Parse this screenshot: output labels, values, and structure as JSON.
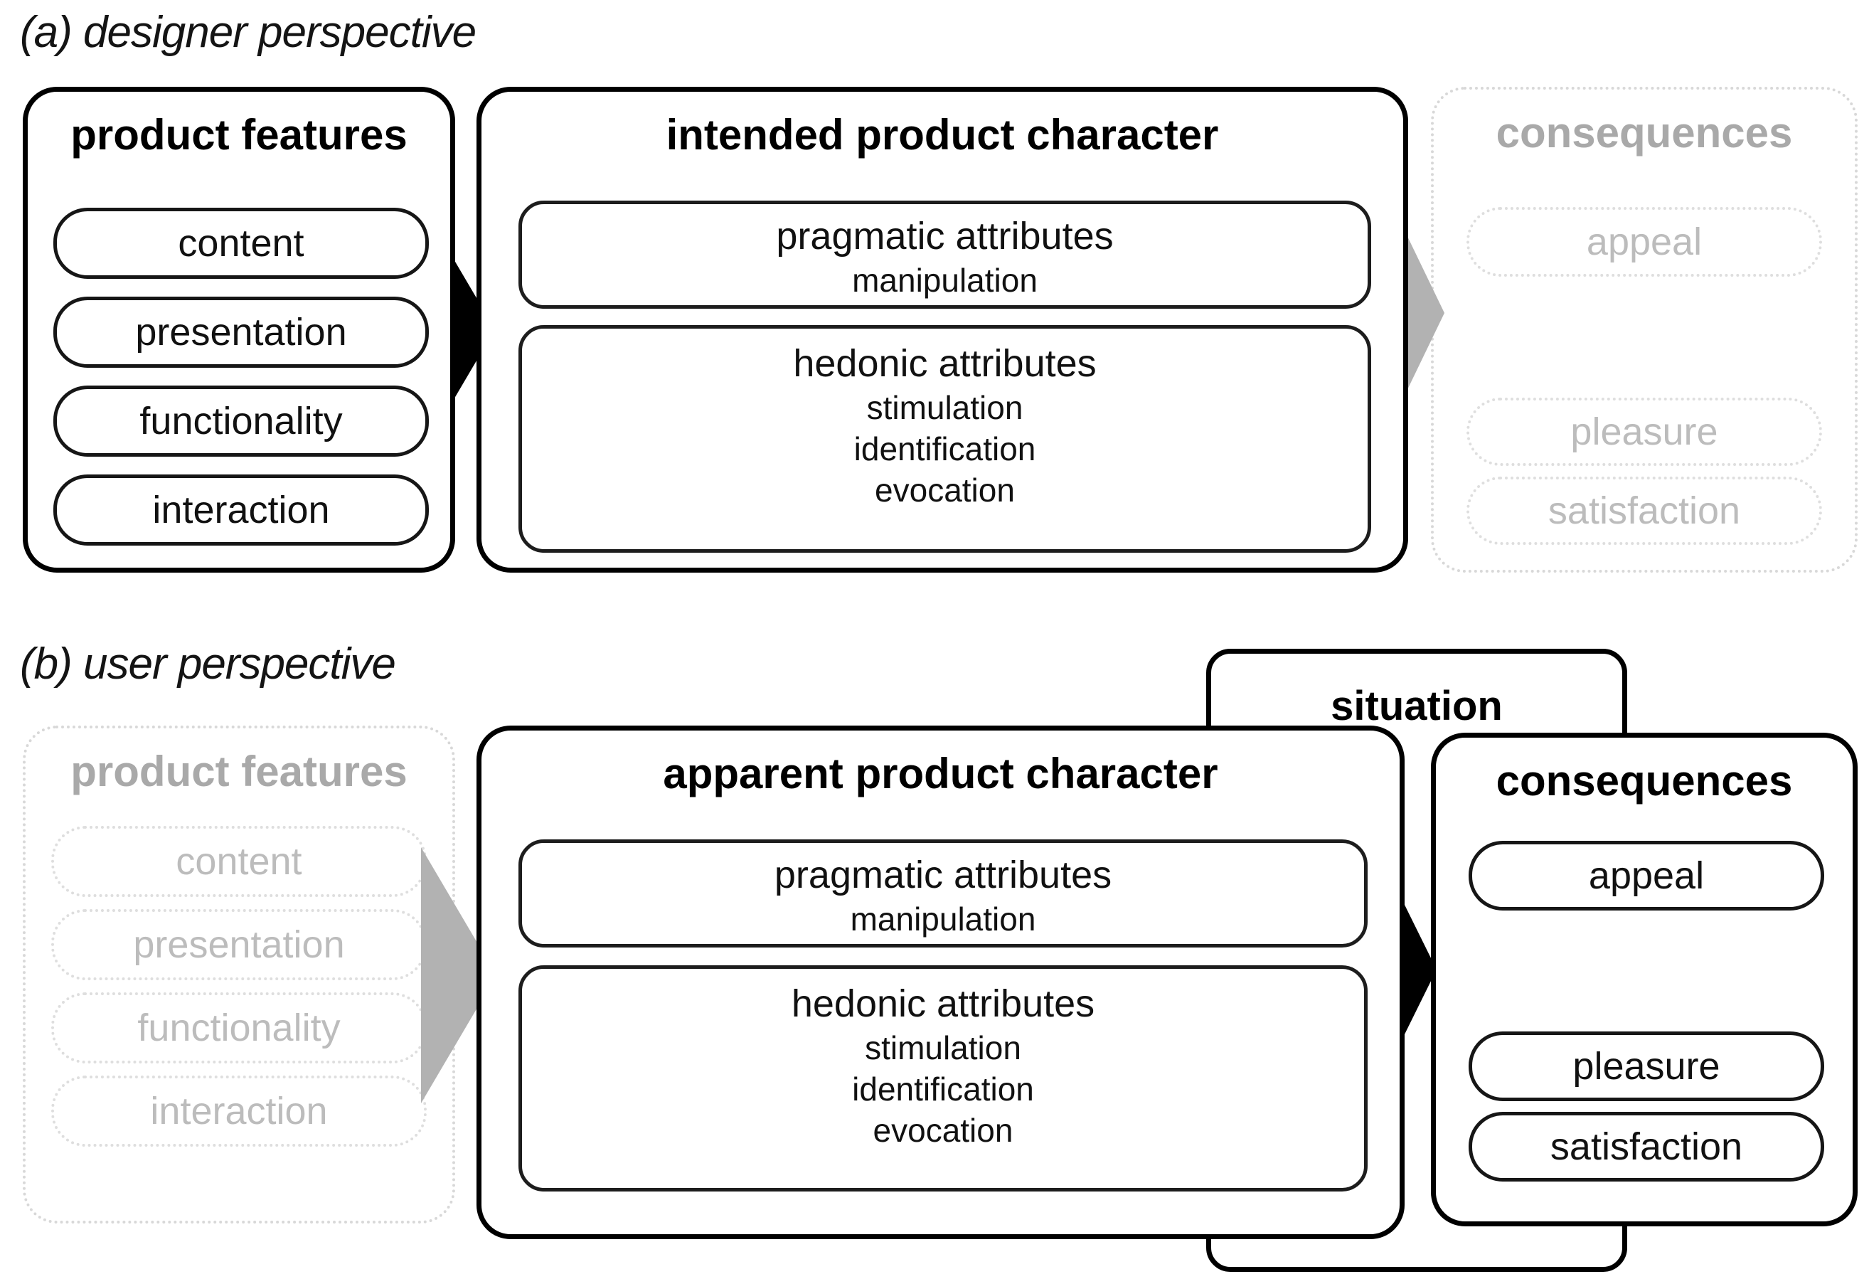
{
  "a": {
    "title": "(a) designer perspective",
    "features": {
      "header": "product features",
      "items": [
        "content",
        "presentation",
        "functionality",
        "interaction"
      ]
    },
    "character": {
      "header": "intended product character",
      "pragmatic": {
        "title": "pragmatic attributes",
        "lines": [
          "manipulation"
        ]
      },
      "hedonic": {
        "title": "hedonic attributes",
        "lines": [
          "stimulation",
          "identification",
          "evocation"
        ]
      }
    },
    "consequences": {
      "header": "consequences",
      "items": [
        "appeal",
        "pleasure",
        "satisfaction"
      ]
    }
  },
  "b": {
    "title": "(b) user perspective",
    "situation_label": "situation",
    "features": {
      "header": "product features",
      "items": [
        "content",
        "presentation",
        "functionality",
        "interaction"
      ]
    },
    "character": {
      "header": "apparent product character",
      "pragmatic": {
        "title": "pragmatic attributes",
        "lines": [
          "manipulation"
        ]
      },
      "hedonic": {
        "title": "hedonic attributes",
        "lines": [
          "stimulation",
          "identification",
          "evocation"
        ]
      }
    },
    "consequences": {
      "header": "consequences",
      "items": [
        "appeal",
        "pleasure",
        "satisfaction"
      ]
    }
  },
  "colors": {
    "line": "#000000",
    "faded_border": "#d8d8d8",
    "faded_text": "#a9a9a9",
    "arrow_gray": "#b2b2b2"
  }
}
